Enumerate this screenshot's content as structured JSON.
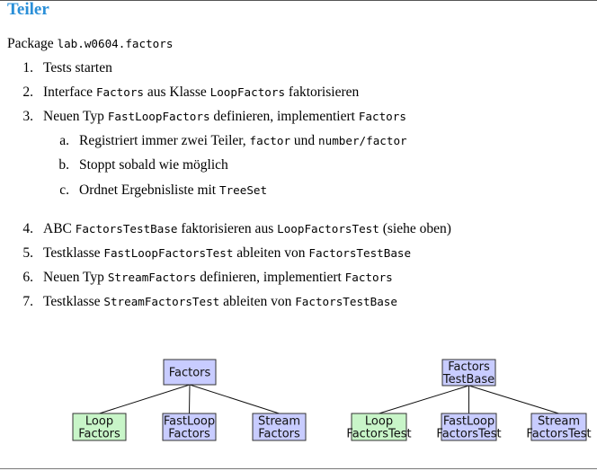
{
  "heading": "Teiler",
  "package": {
    "prefix": "Package ",
    "name": "lab.w0604.factors"
  },
  "steps": [
    {
      "n": "1.",
      "parts": [
        "Tests starten"
      ]
    },
    {
      "n": "2.",
      "parts": [
        "Interface ",
        "Factors",
        " aus Klasse ",
        "LoopFactors",
        " faktorisieren"
      ]
    },
    {
      "n": "3.",
      "parts": [
        "Neuen Typ ",
        "FastLoopFactors",
        " definieren, implementiert ",
        "Factors"
      ]
    },
    {
      "n": "4.",
      "parts": [
        "ABC ",
        "FactorsTestBase",
        " faktorisieren aus ",
        "LoopFactorsTest",
        " (siehe oben)"
      ]
    },
    {
      "n": "5.",
      "parts": [
        "Testklasse ",
        "FastLoopFactorsTest",
        " ableiten von ",
        "FactorsTestBase"
      ]
    },
    {
      "n": "6.",
      "parts": [
        "Neuen Typ ",
        "StreamFactors",
        " definieren, implementiert ",
        "Factors"
      ]
    },
    {
      "n": "7.",
      "parts": [
        "Testklasse ",
        "StreamFactorsTest",
        " ableiten von ",
        "FactorsTestBase"
      ]
    }
  ],
  "substeps": [
    {
      "n": "a.",
      "parts": [
        "Registriert immer zwei Teiler, ",
        "factor",
        " und ",
        "number/factor"
      ]
    },
    {
      "n": "b.",
      "parts": [
        "Stoppt sobald wie möglich"
      ]
    },
    {
      "n": "c.",
      "parts": [
        "Ordnet Ergebnisliste mit ",
        "TreeSet"
      ]
    }
  ],
  "diagram": {
    "colors": {
      "interface_fill": "#c8ccff",
      "base_fill": "#c8ccff",
      "loop_fill": "#c8f5c8",
      "other_fill": "#c8ccff",
      "stroke": "#333333"
    },
    "left": {
      "root": [
        "Factors"
      ],
      "children": [
        [
          "Loop",
          "Factors"
        ],
        [
          "FastLoop",
          "Factors"
        ],
        [
          "Stream",
          "Factors"
        ]
      ]
    },
    "right": {
      "root": [
        "Factors",
        "TestBase"
      ],
      "children": [
        [
          "Loop",
          "FactorsTest"
        ],
        [
          "FastLoop",
          "FactorsTest"
        ],
        [
          "Stream",
          "FactorsTest"
        ]
      ]
    }
  }
}
